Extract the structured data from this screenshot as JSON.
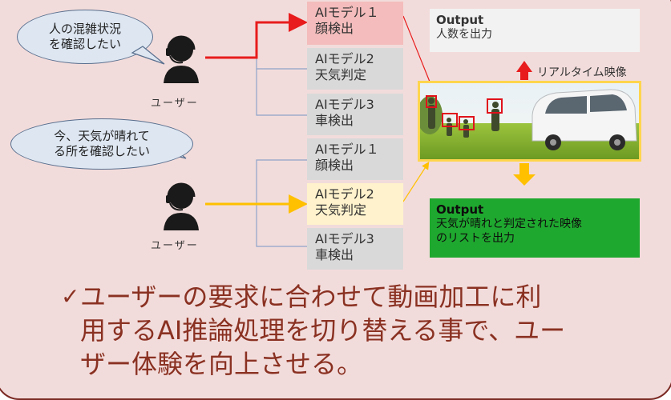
{
  "bubbles": {
    "top": "人の混雑状況\nを確認したい",
    "bottom": "今、天気が晴れて\nる所を確認したい"
  },
  "users": {
    "top_label": "ユーザー",
    "bottom_label": "ユーザー"
  },
  "models": [
    {
      "label": "AIモデル１\n顔検出",
      "state": "active-red"
    },
    {
      "label": "AIモデル2\n天気判定",
      "state": "idle"
    },
    {
      "label": "AIモデル3\n車検出",
      "state": "idle"
    },
    {
      "label": "AIモデル１\n顔検出",
      "state": "idle"
    },
    {
      "label": "AIモデル2\n天気判定",
      "state": "active-yellow"
    },
    {
      "label": "AIモデル3\n車検出",
      "state": "idle"
    }
  ],
  "outputs": {
    "top": {
      "title": "Output",
      "body": "人数を出力"
    },
    "bottom": {
      "title": "Output",
      "body": "天気が晴れと判定された映像\nのリストを出力"
    }
  },
  "live_label": "リアルタイム映像",
  "conclusion": {
    "check": "✓",
    "lines": [
      "ユーザーの要求に合わせて動画加工に利",
      "用するAI推論処理を切り替える事で、ユー",
      "ザー体験を向上させる。"
    ]
  },
  "colors": {
    "panel_bg": "#f2dcdb",
    "panel_border": "#7b2a24",
    "bubble_bg": "#dde6f1",
    "active_red": "#f4bcbc",
    "active_yellow": "#fff2cc",
    "model_idle": "#d9d9d9",
    "output_top": "#f2f2f2",
    "output_bottom": "#1fa82f",
    "arrow_red": "#e81c1c",
    "arrow_yellow": "#ffc000",
    "text_conclusion": "#8a3122"
  }
}
